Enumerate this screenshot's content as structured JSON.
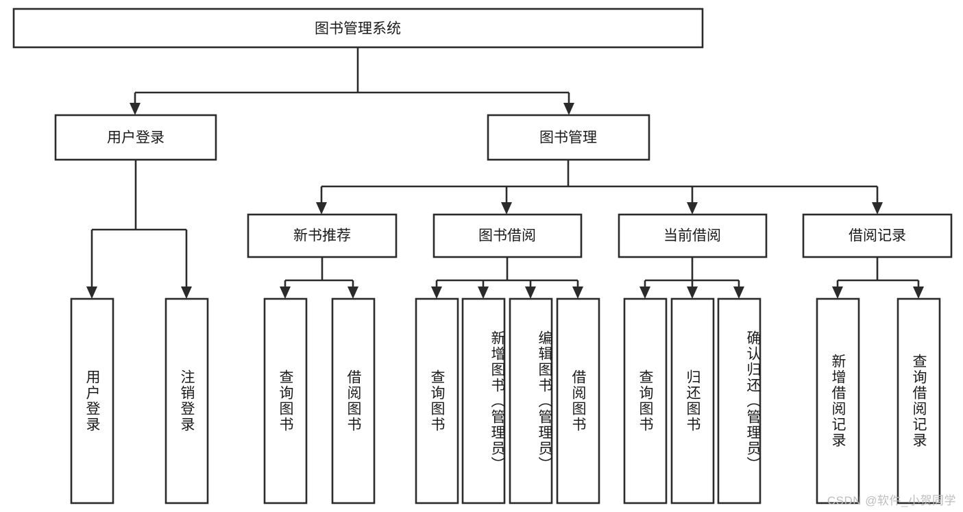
{
  "diagram": {
    "title": "图书管理系统",
    "type": "hierarchy-tree",
    "root": {
      "id": "root",
      "label": "图书管理系统",
      "level": 0
    },
    "level1": [
      {
        "id": "user-login",
        "label": "用户登录"
      },
      {
        "id": "book-manage",
        "label": "图书管理"
      }
    ],
    "level2": [
      {
        "id": "new-book-rec",
        "label": "新书推荐",
        "parent": "book-manage"
      },
      {
        "id": "book-borrow",
        "label": "图书借阅",
        "parent": "book-manage"
      },
      {
        "id": "current-borrow",
        "label": "当前借阅",
        "parent": "book-manage"
      },
      {
        "id": "borrow-record",
        "label": "借阅记录",
        "parent": "book-manage"
      }
    ],
    "leaves": {
      "user-login": [
        {
          "id": "leaf-user-login",
          "label": "用户登录"
        },
        {
          "id": "leaf-user-logout",
          "label": "注销登录"
        }
      ],
      "new-book-rec": [
        {
          "id": "leaf-query-book-1",
          "label": "查询图书"
        },
        {
          "id": "leaf-borrow-book-1",
          "label": "借阅图书"
        }
      ],
      "book-borrow": [
        {
          "id": "leaf-query-book-2",
          "label": "查询图书"
        },
        {
          "id": "leaf-add-book",
          "label": "新增图书（管理员）"
        },
        {
          "id": "leaf-edit-book",
          "label": "编辑图书（管理员）"
        },
        {
          "id": "leaf-borrow-book-2",
          "label": "借阅图书"
        }
      ],
      "current-borrow": [
        {
          "id": "leaf-query-book-3",
          "label": "查询图书"
        },
        {
          "id": "leaf-return-book",
          "label": "归还图书"
        },
        {
          "id": "leaf-confirm-return",
          "label": "确认归还（管理员）"
        }
      ],
      "borrow-record": [
        {
          "id": "leaf-add-record",
          "label": "新增借阅记录"
        },
        {
          "id": "leaf-query-record",
          "label": "查询借阅记录"
        }
      ]
    }
  },
  "watermark": {
    "text": "CSDN @软件_小贺同学"
  },
  "colors": {
    "stroke": "#2b2b2b",
    "fill": "#ffffff",
    "text": "#1a1a1a",
    "watermark": "#bdbdbd"
  }
}
